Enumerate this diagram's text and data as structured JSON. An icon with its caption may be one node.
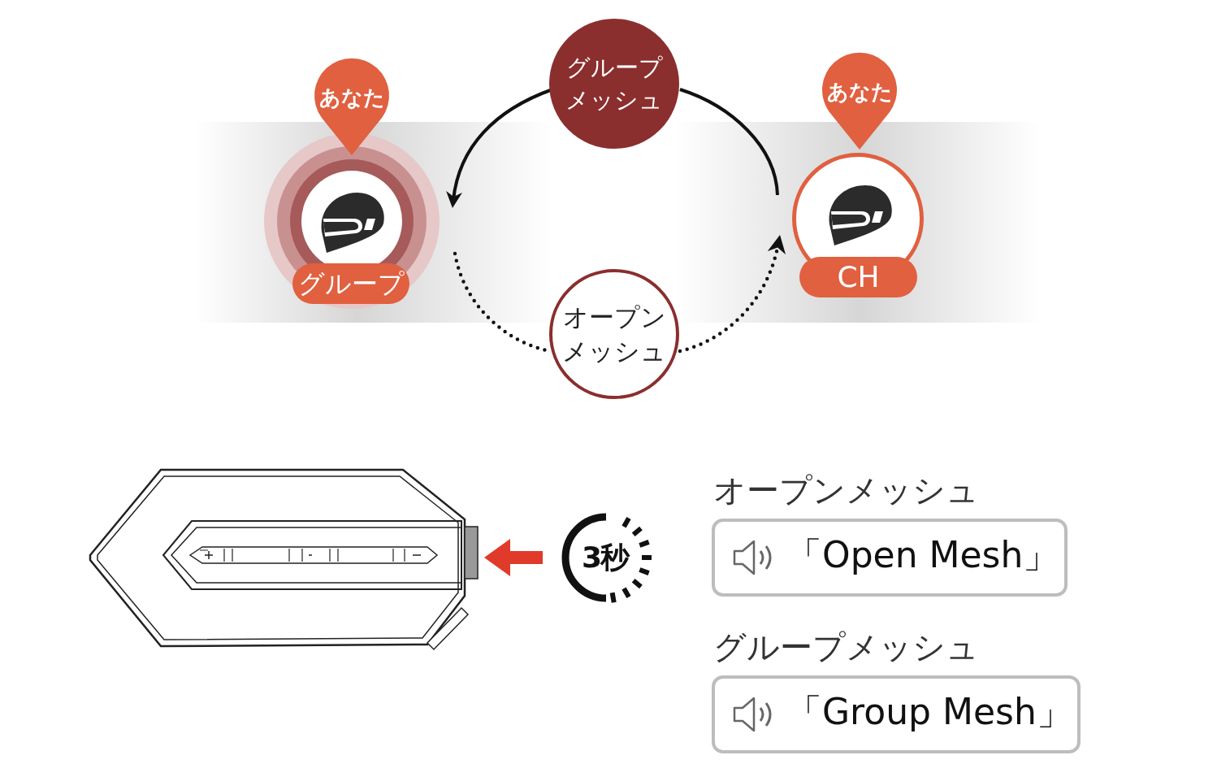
{
  "diagram": {
    "nodes": [
      {
        "text": [
          "グループメッシュ"
        ]
      },
      {
        "text": [
          "あなた",
          "グループ"
        ]
      },
      {
        "text": [
          "あなた",
          "CH"
        ]
      },
      {
        "text": [
          "オープンメッシュ"
        ]
      },
      {
        "text": [
          "オープンメッシュ",
          "「Open Mesh」"
        ]
      },
      {
        "text": [
          "グループメッシュ",
          "「Group Mesh」"
        ]
      }
    ],
    "edges": [
      {
        "from": 0,
        "to": 1,
        "arrow": "to"
      },
      {
        "from": 2,
        "to": 0,
        "arrow": "none"
      },
      {
        "from": 1,
        "to": 3,
        "arrow": "none",
        "style": "dashed"
      },
      {
        "from": 3,
        "to": 2,
        "arrow": "to",
        "style": "dashed"
      }
    ],
    "labels": [
      "3秒"
    ]
  }
}
